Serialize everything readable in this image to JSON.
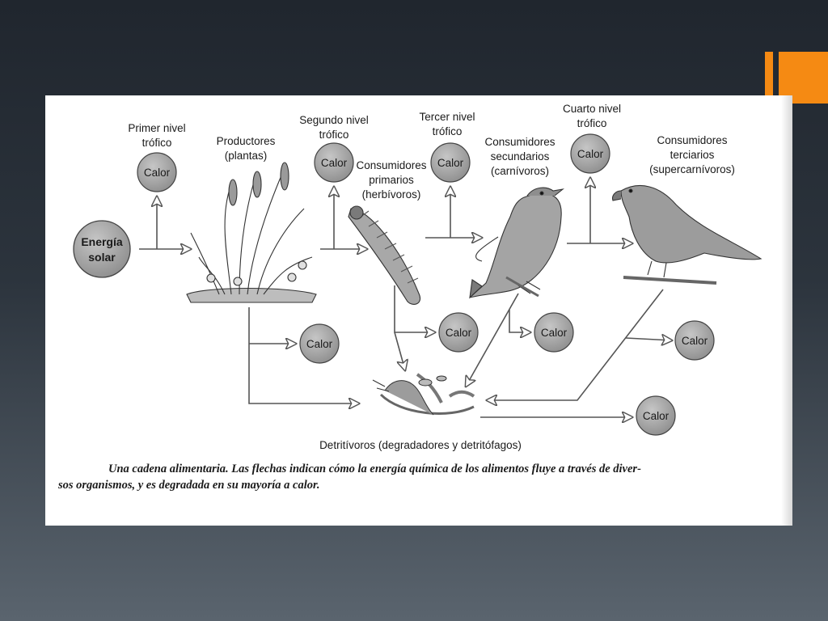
{
  "diagram": {
    "energy_source": [
      "Energía",
      "solar"
    ],
    "heat_label": "Calor",
    "levels": [
      {
        "lines": [
          "Primer nivel",
          "trófico"
        ]
      },
      {
        "lines": [
          "Segundo nivel",
          "trófico"
        ]
      },
      {
        "lines": [
          "Tercer nivel",
          "trófico"
        ]
      },
      {
        "lines": [
          "Cuarto nivel",
          "trófico"
        ]
      }
    ],
    "organisms": {
      "producers": [
        "Productores",
        "(plantas)"
      ],
      "primary": [
        "Consumidores",
        "primarios",
        "(herbívoros)"
      ],
      "secondary": [
        "Consumidores",
        "secundarios",
        "(carnívoros)"
      ],
      "tertiary": [
        "Consumidores",
        "terciarios",
        "(supercarnívoros)"
      ],
      "detritivores": "Detritívoros (degradadores y detritófagos)"
    },
    "caption": {
      "line1": "Una cadena alimentaria. Las flechas indican cómo la energía química de los alimentos fluye a través de diver-",
      "line2": "sos organismos, y es degradada en su mayoría a calor."
    }
  }
}
